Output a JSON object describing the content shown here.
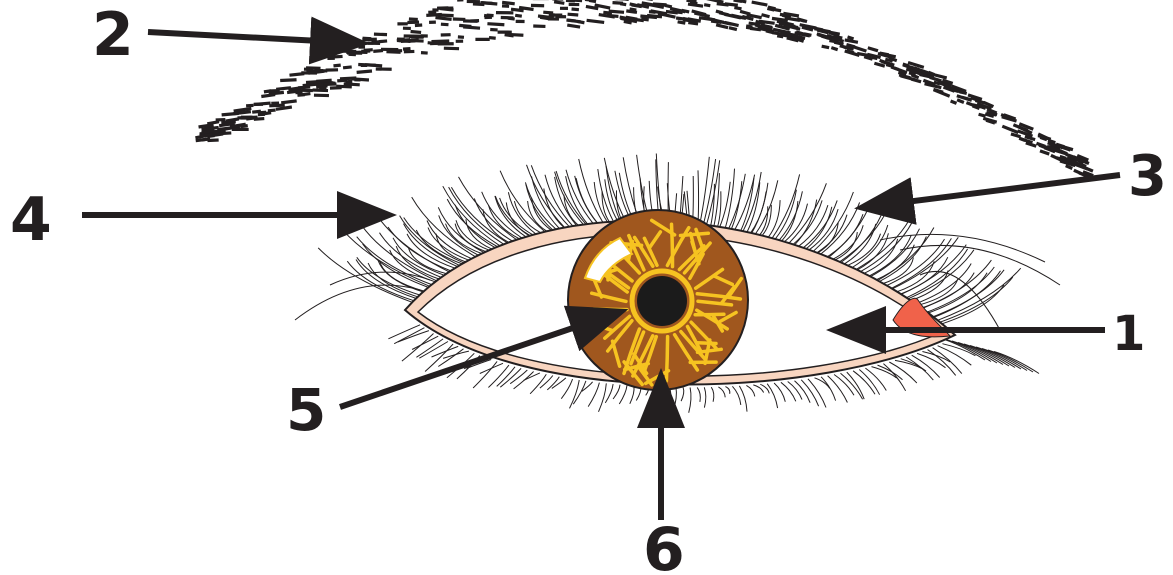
{
  "diagram": {
    "callouts": [
      {
        "id": "1",
        "label": "1"
      },
      {
        "id": "2",
        "label": "2"
      },
      {
        "id": "3",
        "label": "3"
      },
      {
        "id": "4",
        "label": "4"
      },
      {
        "id": "5",
        "label": "5"
      },
      {
        "id": "6",
        "label": "6"
      }
    ]
  },
  "colors": {
    "ink": "#231f20",
    "iris": "#a0571e",
    "iris_pattern": "#f6c321",
    "pupil": "#1b1b1b",
    "eyelid_skin": "#f8d5c0",
    "caruncle": "#f0624a",
    "highlight": "#ffffff"
  }
}
